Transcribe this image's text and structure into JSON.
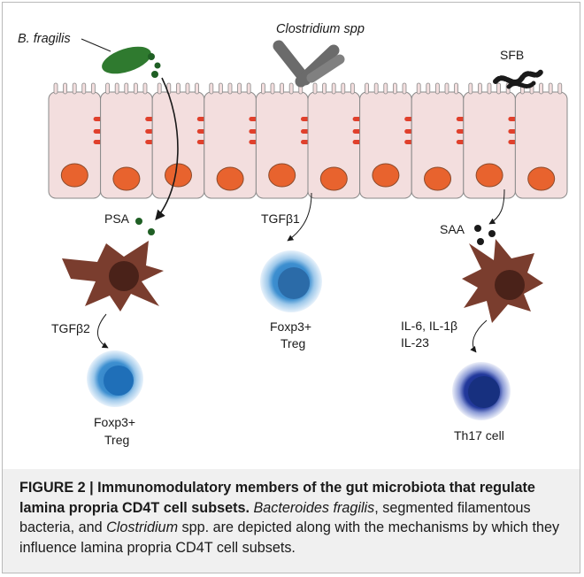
{
  "diagram": {
    "bacteria": {
      "b_fragilis": "B. fragilis",
      "clostridium": "Clostridium spp",
      "sfb": "SFB"
    },
    "molecules": {
      "psa": "PSA",
      "tgfb2": "TGFβ2",
      "tgfb1": "TGFβ1",
      "saa": "SAA",
      "il6_il1b": "IL-6, IL-1β",
      "il23": "IL-23"
    },
    "cells": {
      "treg_left_line1": "Foxp3+",
      "treg_left_line2": "Treg",
      "treg_mid_line1": "Foxp3+",
      "treg_mid_line2": "Treg",
      "th17": "Th17 cell"
    },
    "colors": {
      "epithelium": "#f3dede",
      "nucleus": "#e8632e",
      "tight_junction": "#e0402c",
      "b_fragilis": "#2f7a2f",
      "clostridium": "#6b6b6b",
      "dendritic_cell": "#7a3d2e",
      "treg": "#2e7cc1",
      "th17": "#1e3a9b",
      "caption_bg": "#f0f0f0"
    }
  },
  "caption": {
    "label": "FIGURE 2 | Immunomodulatory members of the gut microbiota that regulate lamina propria CD4T cell subsets.",
    "body_1": " ",
    "species_1": "Bacteroides fragilis",
    "body_2": ", segmented filamentous bacteria, and ",
    "species_2": "Clostridium",
    "body_3": " spp. are depicted along with the mechanisms by which they influence lamina propria CD4T cell subsets."
  }
}
